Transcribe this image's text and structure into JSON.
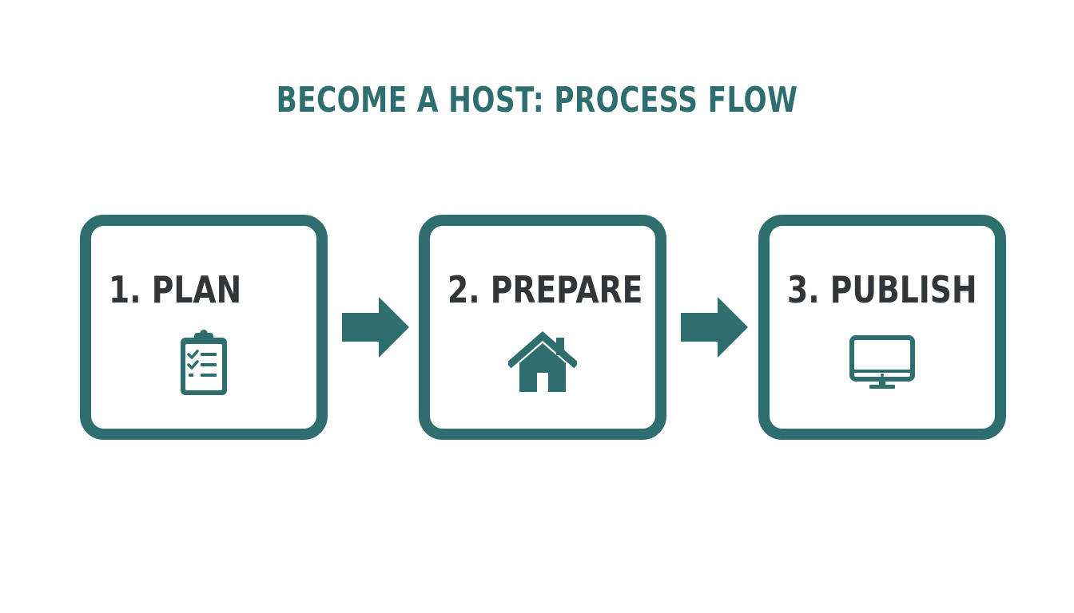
{
  "title": "BECOME A HOST: PROCESS FLOW",
  "steps": [
    {
      "label": "1. PLAN",
      "icon": "clipboard-checklist-icon"
    },
    {
      "label": "2. PREPARE",
      "icon": "house-icon"
    },
    {
      "label": "3. PUBLISH",
      "icon": "desktop-monitor-icon"
    }
  ],
  "colors": {
    "accent": "#2f6e6f",
    "text": "#333638",
    "background": "#ffffff"
  }
}
